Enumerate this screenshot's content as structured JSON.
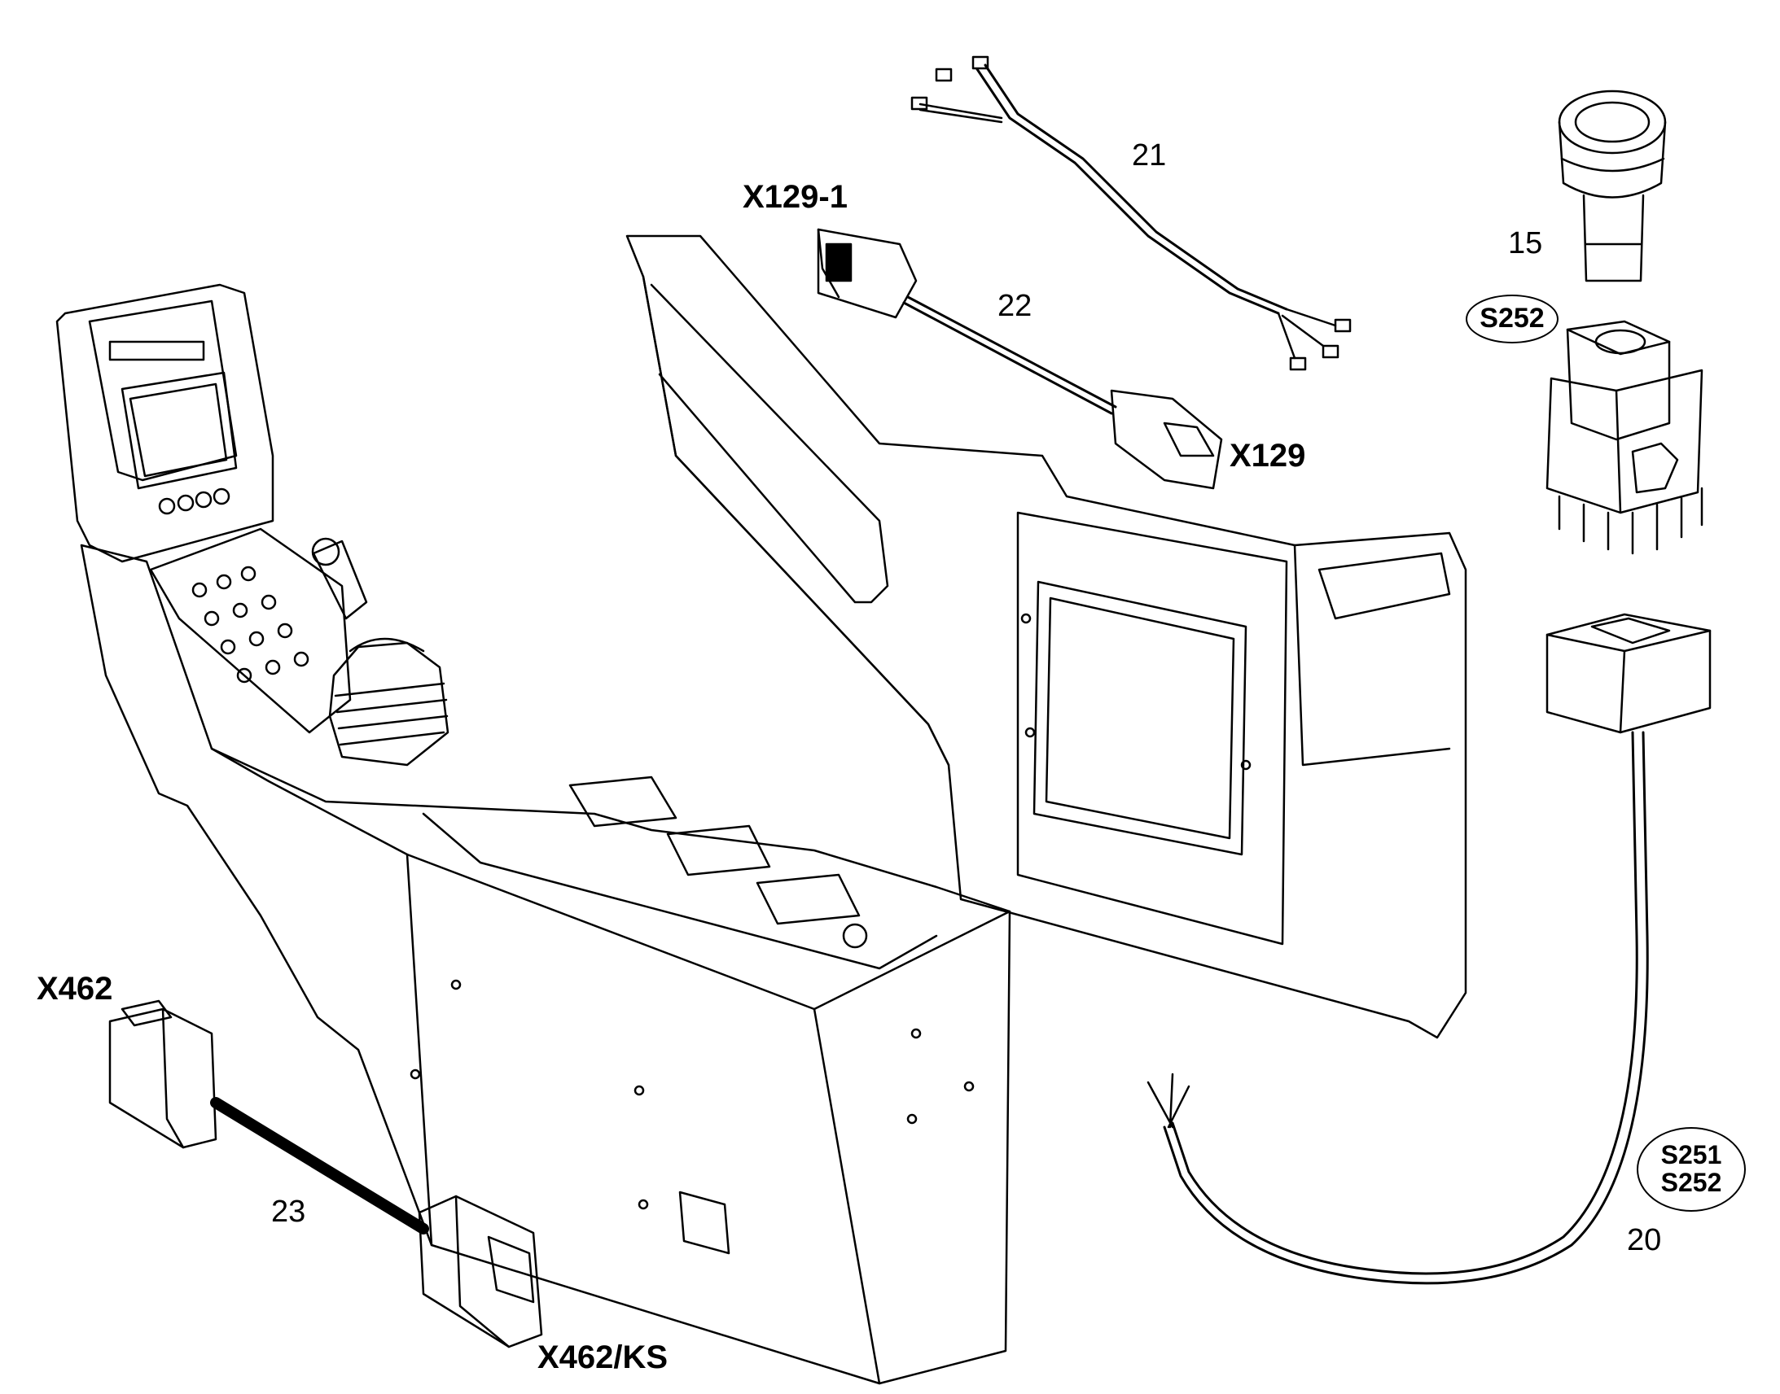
{
  "connector_labels": {
    "x129_1": "X129-1",
    "x129": "X129",
    "x462": "X462",
    "x462_ks": "X462/KS"
  },
  "item_numbers": {
    "n15": "15",
    "n20": "20",
    "n21": "21",
    "n22": "22",
    "n23": "23"
  },
  "switch_tags": {
    "s252_top": "S252",
    "s251": "S251",
    "s252_bottom": "S252"
  }
}
